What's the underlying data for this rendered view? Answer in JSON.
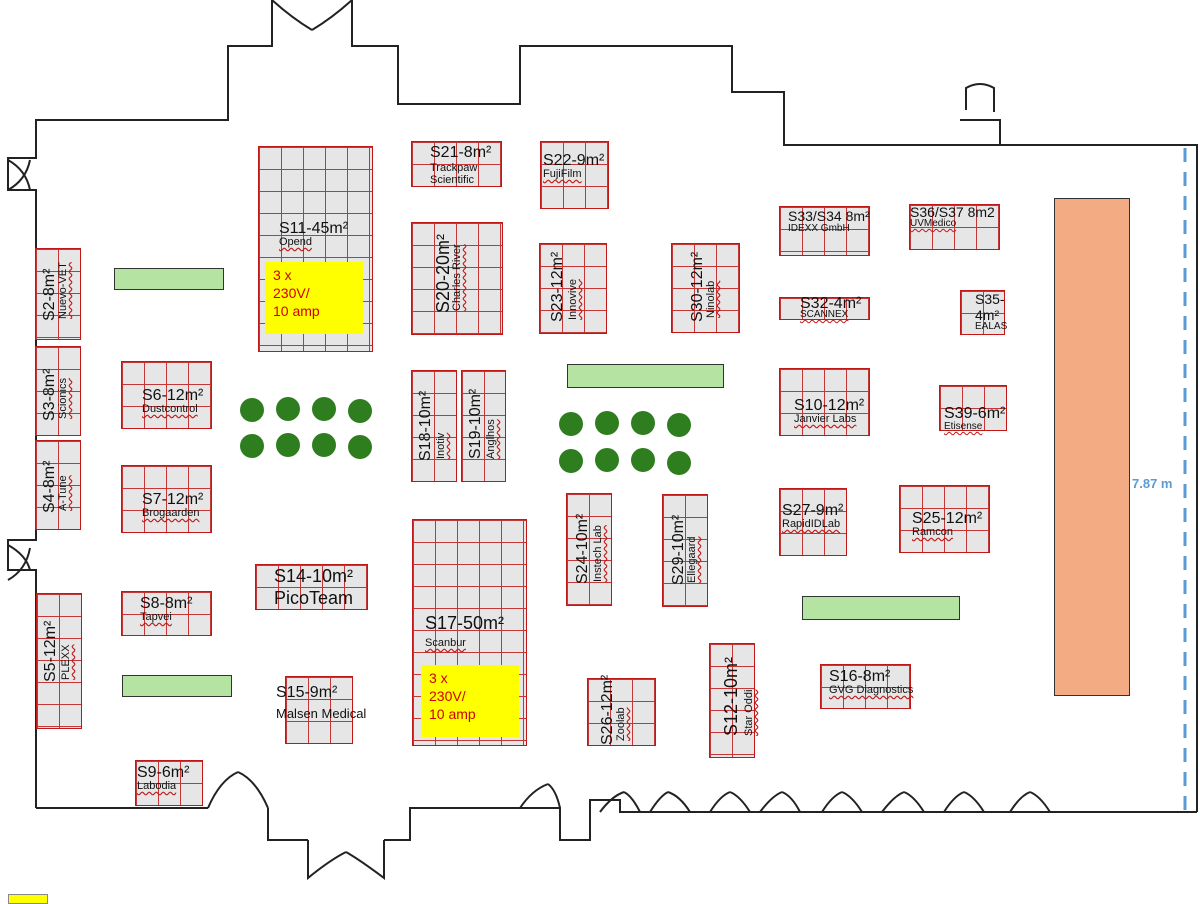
{
  "floorplan": {
    "booths": [
      {
        "id": "S2",
        "code": "S2-8m²",
        "company": "Nuevo-VET",
        "orientation": "vertical"
      },
      {
        "id": "S3",
        "code": "S3-8m²",
        "company": "Scionics",
        "orientation": "vertical"
      },
      {
        "id": "S4",
        "code": "S4-8m²",
        "company": "A-Tune",
        "orientation": "vertical"
      },
      {
        "id": "S5",
        "code": "S5-12m²",
        "company": "PLEXX",
        "orientation": "vertical"
      },
      {
        "id": "S6",
        "code": "S6-12m²",
        "company": "Dustcontrol",
        "orientation": "horizontal"
      },
      {
        "id": "S7",
        "code": "S7-12m²",
        "company": "Brogaarden",
        "orientation": "horizontal"
      },
      {
        "id": "S8",
        "code": "S8-8m²",
        "company": "Tapvei",
        "orientation": "horizontal"
      },
      {
        "id": "S9",
        "code": "S9-6m²",
        "company": "Labodia",
        "orientation": "horizontal"
      },
      {
        "id": "S10",
        "code": "S10-12m²",
        "company": "Janvier Labs",
        "orientation": "horizontal"
      },
      {
        "id": "S11",
        "code": "S11-45m²",
        "company": "Opend",
        "orientation": "horizontal"
      },
      {
        "id": "S12",
        "code": "S12-10m²",
        "company": "Star Oddi",
        "orientation": "vertical"
      },
      {
        "id": "S14",
        "code": "S14-10m²",
        "company": "PicoTeam",
        "orientation": "horizontal"
      },
      {
        "id": "S15",
        "code": "S15-9m²",
        "company": "Malsen Medical",
        "orientation": "horizontal"
      },
      {
        "id": "S16",
        "code": "S16-8m²",
        "company": "GVG Diagnostics",
        "orientation": "horizontal"
      },
      {
        "id": "S17",
        "code": "S17-50m²",
        "company": "Scanbur",
        "orientation": "horizontal"
      },
      {
        "id": "S18",
        "code": "S18-10m²",
        "company": "Inotiv",
        "orientation": "vertical"
      },
      {
        "id": "S19",
        "code": "S19-10m²",
        "company": "Anglhos",
        "orientation": "vertical"
      },
      {
        "id": "S20",
        "code": "S20-20m²",
        "company": "Charles River",
        "orientation": "vertical"
      },
      {
        "id": "S21",
        "code": "S21-8m²",
        "company": "Trackpaw\nScientific",
        "orientation": "horizontal"
      },
      {
        "id": "S22",
        "code": "S22-9m²",
        "company": "FujiFilm",
        "orientation": "horizontal"
      },
      {
        "id": "S23",
        "code": "S23-12m²",
        "company": "Innovive",
        "orientation": "vertical"
      },
      {
        "id": "S24",
        "code": "S24-10m²",
        "company": "Instech Lab",
        "orientation": "vertical"
      },
      {
        "id": "S25",
        "code": "S25-12m²",
        "company": "Ramcon",
        "orientation": "horizontal"
      },
      {
        "id": "S26",
        "code": "S26-12m²",
        "company": "Zoolab",
        "orientation": "vertical"
      },
      {
        "id": "S27",
        "code": "S27-9m²",
        "company": "RapidIDLab",
        "orientation": "horizontal"
      },
      {
        "id": "S29",
        "code": "S29-10m²",
        "company": "Ellegaard",
        "orientation": "vertical"
      },
      {
        "id": "S30",
        "code": "S30-12m²",
        "company": "Ninolab",
        "orientation": "vertical"
      },
      {
        "id": "S32",
        "code": "S32-4m²",
        "company": "SCANNEX",
        "orientation": "horizontal"
      },
      {
        "id": "S33",
        "code": "S33/S34 8m²",
        "company": "IDEXX GmbH",
        "orientation": "horizontal"
      },
      {
        "id": "S35",
        "code": "S35-\n4m²",
        "company": "EALAS",
        "orientation": "horizontal"
      },
      {
        "id": "S36",
        "code": "S36/S37 8m2",
        "company": "UVMedico",
        "orientation": "horizontal"
      },
      {
        "id": "S39",
        "code": "S39-6m²",
        "company": "Etisense",
        "orientation": "horizontal"
      }
    ],
    "power_notes": [
      {
        "id": "S11",
        "text": "3 x\n230V/\n10 amp"
      },
      {
        "id": "S17",
        "text": "3 x\n230V/\n10 amp"
      }
    ],
    "dimension_label": "7.87 m",
    "colors": {
      "booth_fill": "#e6e6e6",
      "booth_grid": "#c01818",
      "power_fill": "#ffff00",
      "power_text": "#d00000",
      "bench": "#b5e3a2",
      "stage": "#f2ab82",
      "tree": "#2e7d1f",
      "dimension": "#5b9bd5",
      "wall": "#222222"
    }
  }
}
